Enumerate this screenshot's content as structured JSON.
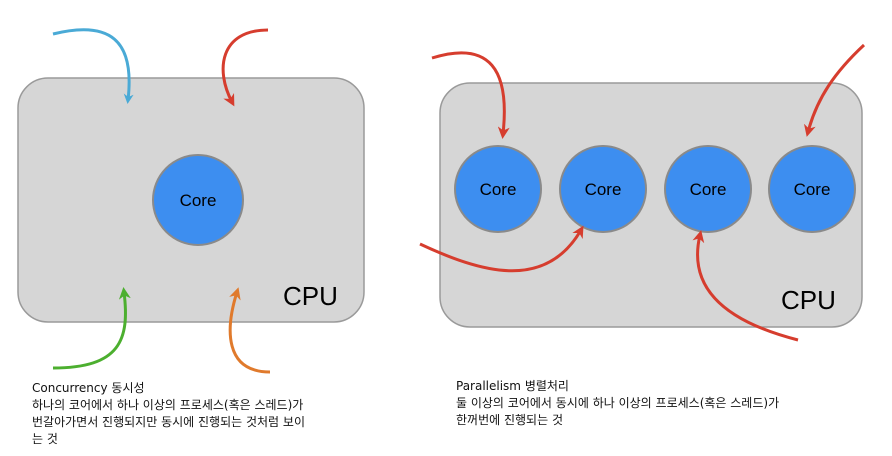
{
  "left_panel": {
    "cpu_label": "CPU",
    "core_label": "Core",
    "caption": {
      "title": "Concurrency 동시성",
      "line1": "하나의 코어에서 하나 이상의 프로세스(혹은 스레드)가",
      "line2": "번갈아가면서 진행되지만 동시에 진행되는 것처럼 보이",
      "line3": "는 것"
    },
    "arrow_colors": [
      "#4aaad6",
      "#d63d2e",
      "#4caf2f",
      "#e07a2c"
    ]
  },
  "right_panel": {
    "cpu_label": "CPU",
    "cores": [
      "Core",
      "Core",
      "Core",
      "Core"
    ],
    "caption": {
      "title": "Parallelism 병렬처리",
      "line1": "둘 이상의 코어에서 동시에 하나 이상의 프로세스(혹은 스레드)가",
      "line2": "한꺼번에 진행되는 것"
    },
    "arrow_color": "#d63d2e"
  },
  "colors": {
    "cpu_fill": "#d6d6d6",
    "cpu_stroke": "#9a9a9a",
    "core_fill": "#3d8ef0",
    "core_stroke": "#8a8a8a"
  }
}
